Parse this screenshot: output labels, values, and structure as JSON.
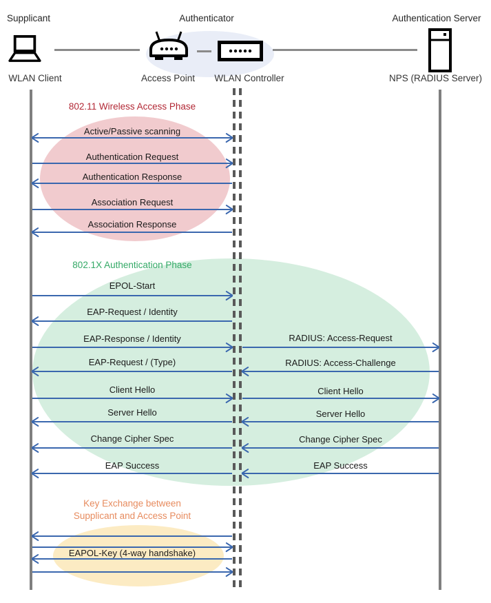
{
  "header": {
    "roles": [
      {
        "label": "Supplicant"
      },
      {
        "label": "Authenticator"
      },
      {
        "label": "Authentication Server"
      }
    ],
    "devices": [
      {
        "label": "WLAN Client",
        "icon": "laptop-icon"
      },
      {
        "label": "Access Point",
        "icon": "access-point-icon"
      },
      {
        "label": "WLAN Controller",
        "icon": "wlan-controller-icon"
      },
      {
        "label": "NPS (RADIUS Server)",
        "icon": "server-icon"
      }
    ]
  },
  "phases": [
    {
      "title": "802.11 Wireless Access Phase"
    },
    {
      "title": "802.1X Authentication Phase"
    },
    {
      "title_line1": "Key Exchange between",
      "title_line2": "Supplicant and Access Point"
    }
  ],
  "messages": {
    "scanning": "Active/Passive scanning",
    "auth_request": "Authentication Request",
    "auth_response": "Authentication Response",
    "assoc_request": "Association Request",
    "assoc_response": "Association Response",
    "epol_start": "EPOL-Start",
    "eap_request_identity": "EAP-Request / Identity",
    "eap_response_identity": "EAP-Response / Identity",
    "radius_access_request": "RADIUS: Access-Request",
    "eap_request_type": "EAP-Request / (Type)",
    "radius_access_challenge": "RADIUS: Access-Challenge",
    "client_hello": "Client Hello",
    "server_hello": "Server Hello",
    "change_cipher_spec": "Change Cipher Spec",
    "eap_success": "EAP Success",
    "eapol_key": "EAPOL-Key (4-way handshake)"
  },
  "colors": {
    "arrow": "#3A67AE",
    "lifeline": "#7F7F7F",
    "dash": "#595959",
    "red": "#B22835",
    "green": "#33A966",
    "orange": "#E78B5E",
    "pink-e": "#F1CBCE",
    "green-e": "#D5EEDF",
    "yellow-e": "#FCEBC3",
    "blue-e": "#E9EDF7",
    "conn": "#8A8A8A",
    "txt": "#1A1A1A"
  }
}
